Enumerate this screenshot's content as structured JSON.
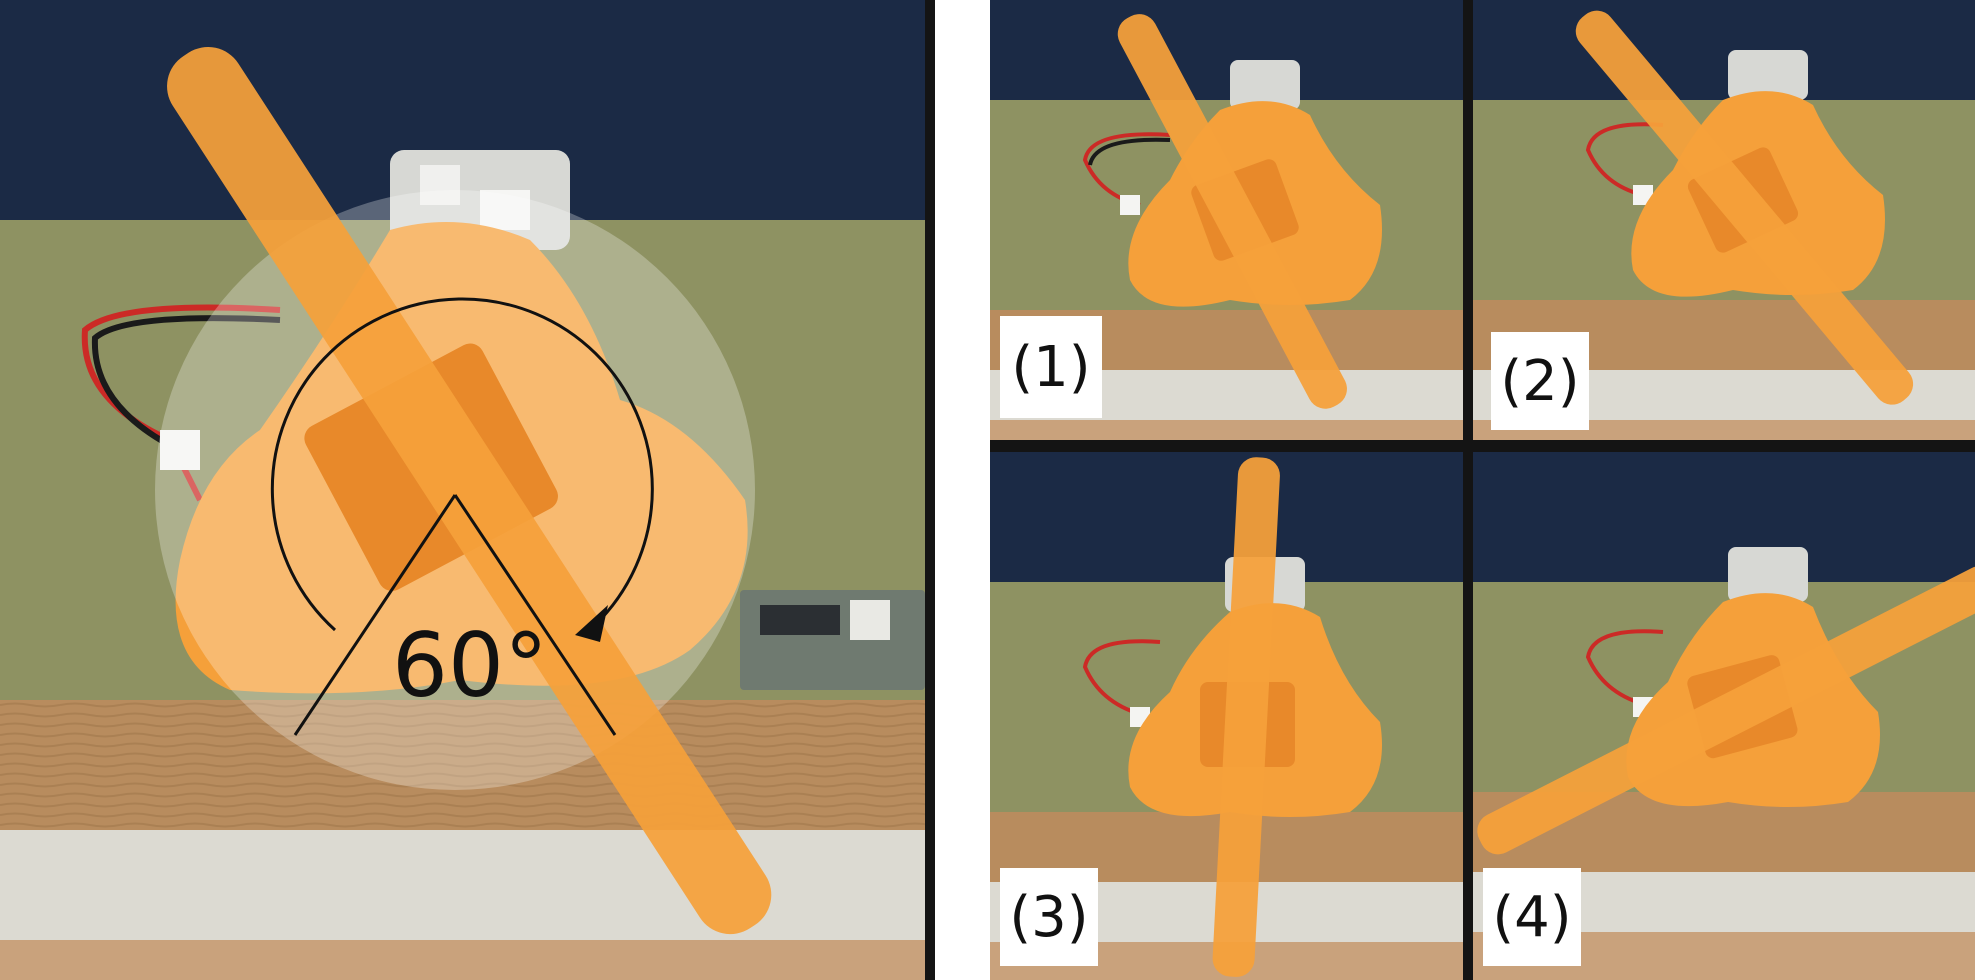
{
  "main_panel": {
    "angle_label": "60°"
  },
  "frames": [
    {
      "label": "(1)",
      "rotor_angle_deg": -28
    },
    {
      "label": "(2)",
      "rotor_angle_deg": -40
    },
    {
      "label": "(3)",
      "rotor_angle_deg": 3
    },
    {
      "label": "(4)",
      "rotor_angle_deg": 63
    }
  ],
  "colors": {
    "orange": "#f5a03a",
    "orange_dark": "#e8892a",
    "wall": "#8e9262",
    "dark_blue": "#1b2a45",
    "wood": "#b88c5e",
    "shelf": "#dcdad2",
    "divider": "#141414"
  }
}
